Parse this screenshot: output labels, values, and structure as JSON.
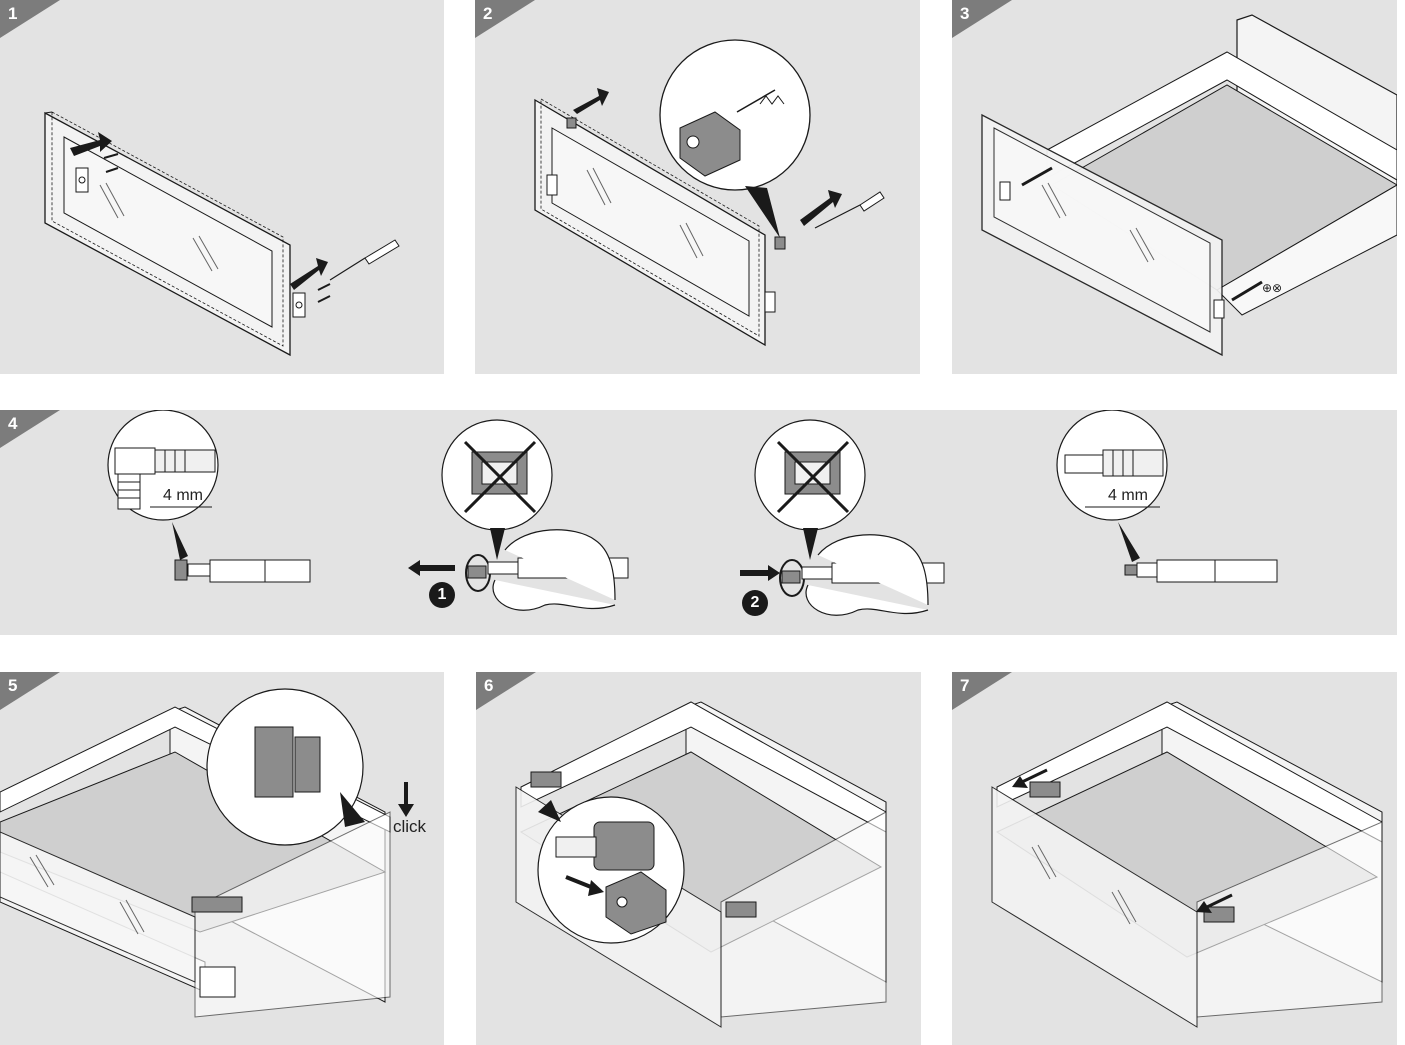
{
  "steps": [
    {
      "number": "1"
    },
    {
      "number": "2"
    },
    {
      "number": "3"
    },
    {
      "number": "4"
    },
    {
      "number": "5"
    },
    {
      "number": "6"
    },
    {
      "number": "7"
    }
  ],
  "step4": {
    "measure_left": "4 mm",
    "measure_right": "4 mm",
    "badge_1": "1",
    "badge_2": "2"
  },
  "step5": {
    "click_label": "click"
  },
  "colors": {
    "panel_bg": "#e3e3e3",
    "tab": "#7c7c7c",
    "line": "#1a1a1a",
    "glass": "#f0f0f0",
    "bottom_fill": "#cfcfcf",
    "part_fill": "#8c8c8c"
  }
}
